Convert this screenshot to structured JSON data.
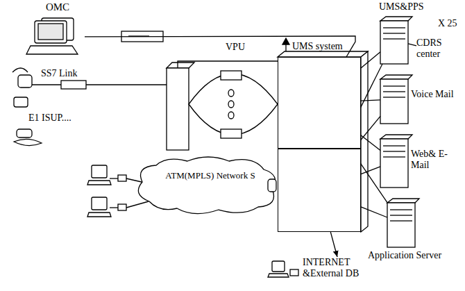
{
  "diagram": {
    "nodes": [
      {
        "text": [
          "OMC"
        ]
      },
      {
        "text": [
          "UMS system"
        ]
      },
      {
        "text": []
      },
      {
        "text": [
          "VPU"
        ]
      },
      {
        "text": [
          "UMS&PPS"
        ]
      },
      {
        "text": [
          "CDRS center"
        ]
      },
      {
        "text": [
          "Voice Mail"
        ]
      },
      {
        "text": [
          "Web& E-Mail"
        ]
      },
      {
        "text": [
          "Application Server"
        ]
      },
      {
        "text": [
          "ATM(MPLS) Network S"
        ]
      },
      {
        "text": [
          "INTERNET &External DB"
        ]
      }
    ],
    "edges": [
      {
        "from": 0,
        "to": 1,
        "arrow": "none"
      },
      {
        "from": 1,
        "to": 4,
        "arrow": "none"
      },
      {
        "from": 1,
        "to": 6,
        "arrow": "none"
      },
      {
        "from": 1,
        "to": 7,
        "arrow": "none"
      },
      {
        "from": 1,
        "to": 8,
        "arrow": "none"
      },
      {
        "from": 2,
        "to": 4,
        "arrow": "none"
      },
      {
        "from": 2,
        "to": 6,
        "arrow": "none"
      },
      {
        "from": 2,
        "to": 7,
        "arrow": "none"
      },
      {
        "from": 2,
        "to": 8,
        "arrow": "none"
      },
      {
        "from": 4,
        "to": 5,
        "arrow": "none"
      },
      {
        "from": 9,
        "to": 2,
        "arrow": "none"
      },
      {
        "from": 2,
        "to": 10,
        "arrow": "to"
      }
    ],
    "labels": [
      "SS7 Link",
      "E1 ISUP....",
      "X 25"
    ]
  }
}
